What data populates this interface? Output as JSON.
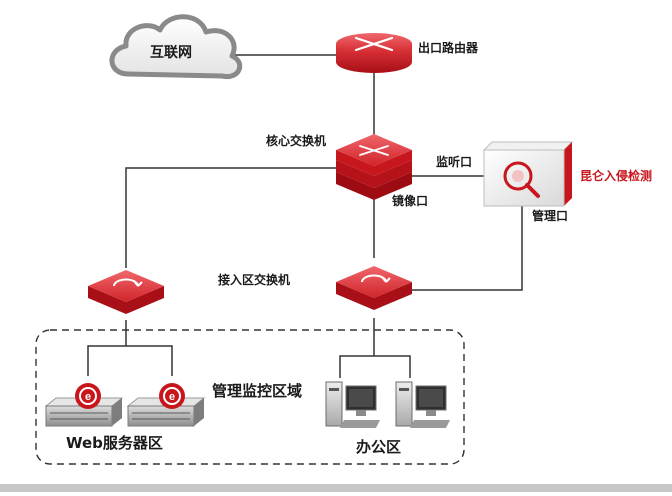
{
  "nodes": {
    "internet": "互联网",
    "egress_router": "出口路由器",
    "core_switch": "核心交换机",
    "monitor_port": "监听口",
    "mirror_port": "镜像口",
    "kunlun_ids": "昆仑入侵检测",
    "management_port": "管理口",
    "access_switch": "接入区交换机",
    "mgmt_monitor_zone": "管理监控区域",
    "web_server_zone": "Web服务器区",
    "office_zone": "办公区"
  },
  "colors": {
    "device_red": "#c8161d",
    "highlight_text": "#c8161d",
    "cloud_gray": "#8a8a8a",
    "line": "#333333"
  }
}
